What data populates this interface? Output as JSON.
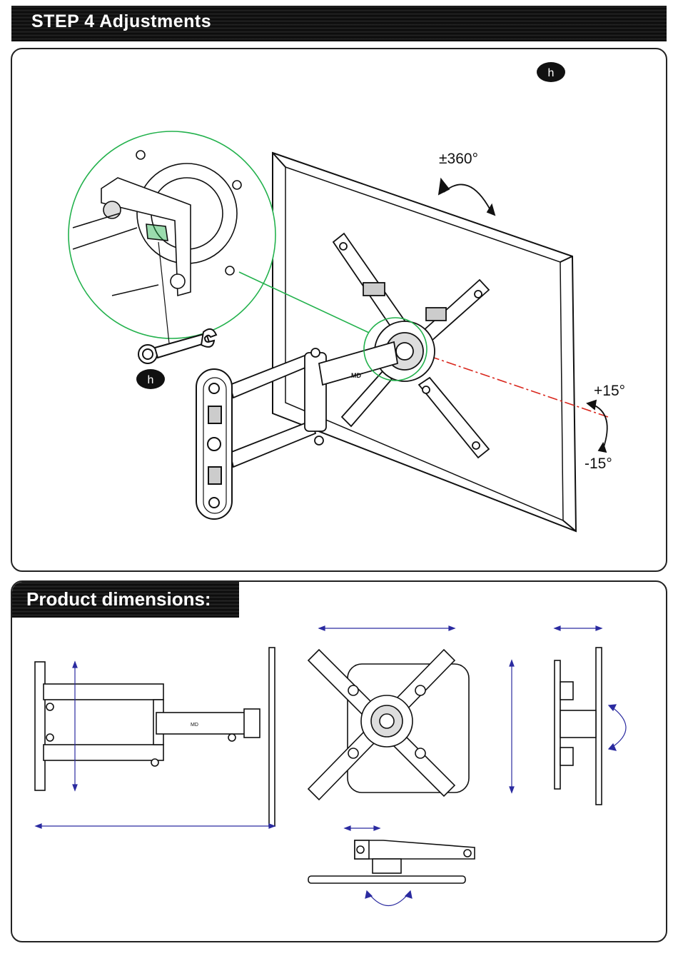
{
  "step_banner": {
    "title": "STEP 4 Adjustments"
  },
  "adjustments": {
    "tool_badge_top": "h",
    "tool_badge_wrench": "h",
    "rotation_label": "±360°",
    "tilt_up_label": "+15°",
    "tilt_down_label": "-15°"
  },
  "dimensions_section": {
    "title": "Product dimensions:"
  },
  "colors": {
    "guide_green": "#22b14c",
    "axis_red": "#d9261c",
    "dimension_blue": "#2b2ba0",
    "banner_black": "#111111"
  }
}
